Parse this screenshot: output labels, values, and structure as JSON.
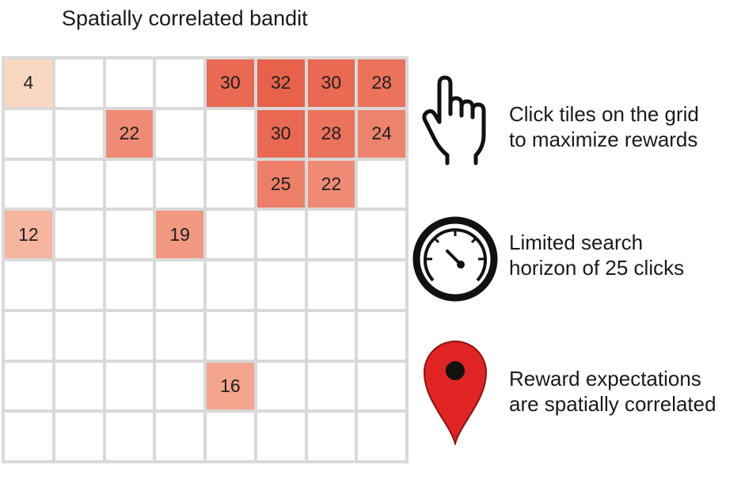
{
  "title": "Spatially correlated bandit",
  "colors": {
    "grid_line": "#d9d9d9",
    "empty_tile": "#ffffff",
    "low_reward": "#fde8d2",
    "high_reward": "#e8614a",
    "pin_red": "#e02424"
  },
  "grid": {
    "rows": 8,
    "cols": 8,
    "revealed_tiles": [
      {
        "row": 0,
        "col": 0,
        "value": "4"
      },
      {
        "row": 0,
        "col": 4,
        "value": "30"
      },
      {
        "row": 0,
        "col": 5,
        "value": "32"
      },
      {
        "row": 0,
        "col": 6,
        "value": "30"
      },
      {
        "row": 0,
        "col": 7,
        "value": "28"
      },
      {
        "row": 1,
        "col": 2,
        "value": "22"
      },
      {
        "row": 1,
        "col": 5,
        "value": "30"
      },
      {
        "row": 1,
        "col": 6,
        "value": "28"
      },
      {
        "row": 1,
        "col": 7,
        "value": "24"
      },
      {
        "row": 2,
        "col": 5,
        "value": "25"
      },
      {
        "row": 2,
        "col": 6,
        "value": "22"
      },
      {
        "row": 3,
        "col": 0,
        "value": "12"
      },
      {
        "row": 3,
        "col": 3,
        "value": "19"
      },
      {
        "row": 6,
        "col": 4,
        "value": "16"
      }
    ]
  },
  "features": [
    {
      "icon": "pointing-hand-icon",
      "line1": "Click tiles on the grid",
      "line2": "to maximize rewards"
    },
    {
      "icon": "gauge-icon",
      "line1": "Limited search",
      "line2": "horizon of 25 clicks"
    },
    {
      "icon": "map-pin-icon",
      "line1": "Reward expectations",
      "line2": "are spatially correlated"
    }
  ]
}
